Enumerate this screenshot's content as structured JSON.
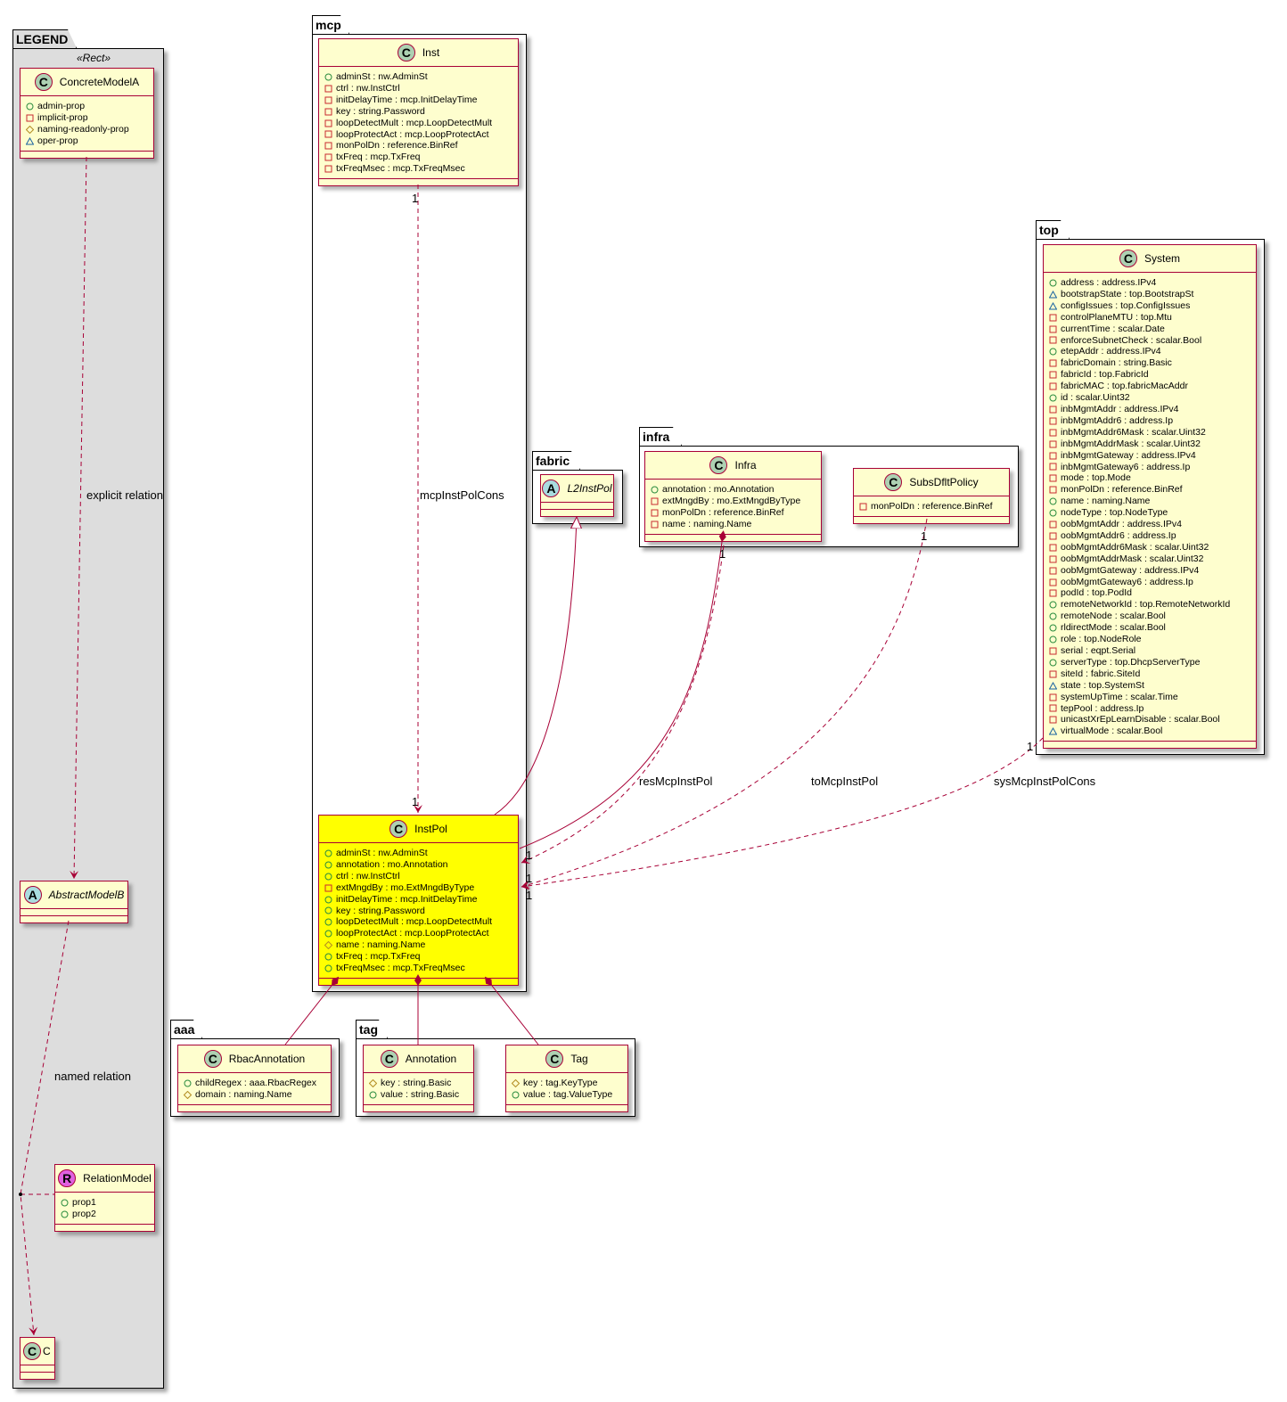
{
  "packages": [
    {
      "id": "legend",
      "name": "LEGEND",
      "stereotype": "«Rect»"
    },
    {
      "id": "mcp",
      "name": "mcp"
    },
    {
      "id": "fabric",
      "name": "fabric"
    },
    {
      "id": "infra",
      "name": "infra"
    },
    {
      "id": "top",
      "name": "top"
    },
    {
      "id": "aaa",
      "name": "aaa"
    },
    {
      "id": "tag",
      "name": "tag"
    }
  ],
  "colors": {
    "class_fill": "#fefece",
    "class_border": "#a80036",
    "highlight": "#ffff00",
    "legend_fill": "#dddddd",
    "circle_c": "#add1b2",
    "circle_a": "#a9dcdf",
    "circle_r": "#e061e0",
    "public": "#2a8c3f",
    "private": "#c82930",
    "protected": "#b38d22",
    "package": "#1963a0"
  },
  "classes": [
    {
      "id": "ConcreteModelA",
      "name": "ConcreteModelA",
      "kind": "C",
      "attributes": [
        {
          "vis": "public",
          "text": "admin-prop"
        },
        {
          "vis": "private",
          "text": "implicit-prop"
        },
        {
          "vis": "protected",
          "text": "naming-readonly-prop"
        },
        {
          "vis": "package",
          "text": "oper-prop"
        }
      ]
    },
    {
      "id": "AbstractModelB",
      "name": "AbstractModelB",
      "kind": "A",
      "attributes": []
    },
    {
      "id": "RelationModel",
      "name": "RelationModel",
      "kind": "R",
      "attributes": [
        {
          "vis": "public",
          "text": "prop1"
        },
        {
          "vis": "public",
          "text": "prop2"
        }
      ]
    },
    {
      "id": "C",
      "name": "C",
      "kind": "C",
      "attributes": []
    },
    {
      "id": "Inst",
      "name": "Inst",
      "kind": "C",
      "attributes": [
        {
          "vis": "public",
          "text": "adminSt : nw.AdminSt"
        },
        {
          "vis": "private",
          "text": "ctrl : nw.InstCtrl"
        },
        {
          "vis": "private",
          "text": "initDelayTime : mcp.InitDelayTime"
        },
        {
          "vis": "private",
          "text": "key : string.Password"
        },
        {
          "vis": "private",
          "text": "loopDetectMult : mcp.LoopDetectMult"
        },
        {
          "vis": "private",
          "text": "loopProtectAct : mcp.LoopProtectAct"
        },
        {
          "vis": "private",
          "text": "monPolDn : reference.BinRef"
        },
        {
          "vis": "private",
          "text": "txFreq : mcp.TxFreq"
        },
        {
          "vis": "private",
          "text": "txFreqMsec : mcp.TxFreqMsec"
        }
      ]
    },
    {
      "id": "InstPol",
      "name": "InstPol",
      "kind": "C",
      "highlighted": true,
      "attributes": [
        {
          "vis": "public",
          "text": "adminSt : nw.AdminSt"
        },
        {
          "vis": "public",
          "text": "annotation : mo.Annotation"
        },
        {
          "vis": "public",
          "text": "ctrl : nw.InstCtrl"
        },
        {
          "vis": "private",
          "text": "extMngdBy : mo.ExtMngdByType"
        },
        {
          "vis": "public",
          "text": "initDelayTime : mcp.InitDelayTime"
        },
        {
          "vis": "public",
          "text": "key : string.Password"
        },
        {
          "vis": "public",
          "text": "loopDetectMult : mcp.LoopDetectMult"
        },
        {
          "vis": "public",
          "text": "loopProtectAct : mcp.LoopProtectAct"
        },
        {
          "vis": "protected",
          "text": "name : naming.Name"
        },
        {
          "vis": "public",
          "text": "txFreq : mcp.TxFreq"
        },
        {
          "vis": "public",
          "text": "txFreqMsec : mcp.TxFreqMsec"
        }
      ]
    },
    {
      "id": "L2InstPol",
      "name": "L2InstPol",
      "kind": "A",
      "attributes": []
    },
    {
      "id": "Infra",
      "name": "Infra",
      "kind": "C",
      "attributes": [
        {
          "vis": "public",
          "text": "annotation : mo.Annotation"
        },
        {
          "vis": "private",
          "text": "extMngdBy : mo.ExtMngdByType"
        },
        {
          "vis": "private",
          "text": "monPolDn : reference.BinRef"
        },
        {
          "vis": "private",
          "text": "name : naming.Name"
        }
      ]
    },
    {
      "id": "SubsDfltPolicy",
      "name": "SubsDfltPolicy",
      "kind": "C",
      "attributes": [
        {
          "vis": "private",
          "text": "monPolDn : reference.BinRef"
        }
      ]
    },
    {
      "id": "System",
      "name": "System",
      "kind": "C",
      "attributes": [
        {
          "vis": "public",
          "text": "address : address.IPv4"
        },
        {
          "vis": "package",
          "text": "bootstrapState : top.BootstrapSt"
        },
        {
          "vis": "package",
          "text": "configIssues : top.ConfigIssues"
        },
        {
          "vis": "private",
          "text": "controlPlaneMTU : top.Mtu"
        },
        {
          "vis": "private",
          "text": "currentTime : scalar.Date"
        },
        {
          "vis": "private",
          "text": "enforceSubnetCheck : scalar.Bool"
        },
        {
          "vis": "public",
          "text": "etepAddr : address.IPv4"
        },
        {
          "vis": "private",
          "text": "fabricDomain : string.Basic"
        },
        {
          "vis": "private",
          "text": "fabricId : top.FabricId"
        },
        {
          "vis": "private",
          "text": "fabricMAC : top.fabricMacAddr"
        },
        {
          "vis": "public",
          "text": "id : scalar.Uint32"
        },
        {
          "vis": "private",
          "text": "inbMgmtAddr : address.IPv4"
        },
        {
          "vis": "private",
          "text": "inbMgmtAddr6 : address.Ip"
        },
        {
          "vis": "private",
          "text": "inbMgmtAddr6Mask : scalar.Uint32"
        },
        {
          "vis": "private",
          "text": "inbMgmtAddrMask : scalar.Uint32"
        },
        {
          "vis": "private",
          "text": "inbMgmtGateway : address.IPv4"
        },
        {
          "vis": "private",
          "text": "inbMgmtGateway6 : address.Ip"
        },
        {
          "vis": "private",
          "text": "mode : top.Mode"
        },
        {
          "vis": "private",
          "text": "monPolDn : reference.BinRef"
        },
        {
          "vis": "public",
          "text": "name : naming.Name"
        },
        {
          "vis": "public",
          "text": "nodeType : top.NodeType"
        },
        {
          "vis": "private",
          "text": "oobMgmtAddr : address.IPv4"
        },
        {
          "vis": "private",
          "text": "oobMgmtAddr6 : address.Ip"
        },
        {
          "vis": "private",
          "text": "oobMgmtAddr6Mask : scalar.Uint32"
        },
        {
          "vis": "private",
          "text": "oobMgmtAddrMask : scalar.Uint32"
        },
        {
          "vis": "private",
          "text": "oobMgmtGateway : address.IPv4"
        },
        {
          "vis": "private",
          "text": "oobMgmtGateway6 : address.Ip"
        },
        {
          "vis": "private",
          "text": "podId : top.PodId"
        },
        {
          "vis": "public",
          "text": "remoteNetworkId : top.RemoteNetworkId"
        },
        {
          "vis": "public",
          "text": "remoteNode : scalar.Bool"
        },
        {
          "vis": "public",
          "text": "rldirectMode : scalar.Bool"
        },
        {
          "vis": "public",
          "text": "role : top.NodeRole"
        },
        {
          "vis": "private",
          "text": "serial : eqpt.Serial"
        },
        {
          "vis": "public",
          "text": "serverType : top.DhcpServerType"
        },
        {
          "vis": "private",
          "text": "siteId : fabric.SiteId"
        },
        {
          "vis": "package",
          "text": "state : top.SystemSt"
        },
        {
          "vis": "private",
          "text": "systemUpTime : scalar.Time"
        },
        {
          "vis": "private",
          "text": "tepPool : address.Ip"
        },
        {
          "vis": "private",
          "text": "unicastXrEpLearnDisable : scalar.Bool"
        },
        {
          "vis": "package",
          "text": "virtualMode : scalar.Bool"
        }
      ]
    },
    {
      "id": "RbacAnnotation",
      "name": "RbacAnnotation",
      "kind": "C",
      "attributes": [
        {
          "vis": "public",
          "text": "childRegex : aaa.RbacRegex"
        },
        {
          "vis": "protected",
          "text": "domain : naming.Name"
        }
      ]
    },
    {
      "id": "Annotation",
      "name": "Annotation",
      "kind": "C",
      "attributes": [
        {
          "vis": "protected",
          "text": "key : string.Basic"
        },
        {
          "vis": "public",
          "text": "value : string.Basic"
        }
      ]
    },
    {
      "id": "Tag",
      "name": "Tag",
      "kind": "C",
      "attributes": [
        {
          "vis": "protected",
          "text": "key : tag.KeyType"
        },
        {
          "vis": "public",
          "text": "value : tag.ValueType"
        }
      ]
    }
  ],
  "relations": {
    "explicit": {
      "label": "explicit relation"
    },
    "named": {
      "label": "named relation"
    },
    "mcpInstPolCons": {
      "label": "mcpInstPolCons",
      "mult_from": "1",
      "mult_to": "1"
    },
    "resMcpInstPol": {
      "label": "resMcpInstPol",
      "mult_from": "1",
      "mult_to": "1"
    },
    "toMcpInstPol": {
      "label": "toMcpInstPol",
      "mult_from": "1",
      "mult_to": "1"
    },
    "sysMcpInstPolCons": {
      "label": "sysMcpInstPolCons",
      "mult_from": "1",
      "mult_to": "1"
    }
  }
}
